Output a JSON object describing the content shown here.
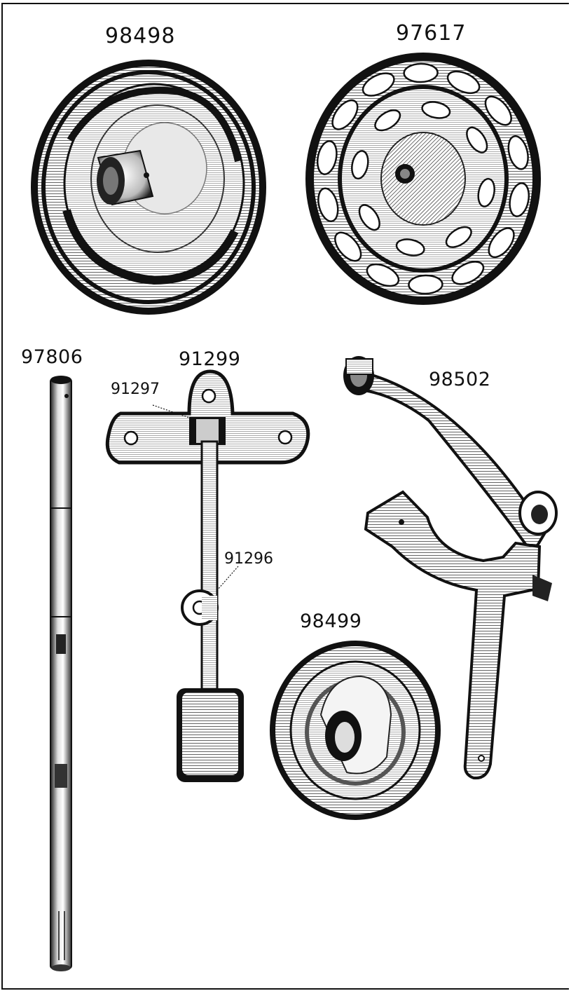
{
  "parts": {
    "flywheel": {
      "number": "98498"
    },
    "spoked_wheel": {
      "number": "97617"
    },
    "shaft": {
      "number": "97806"
    },
    "treadle_bracket": {
      "number": "91299"
    },
    "bracket_plate": {
      "number": "91297"
    },
    "treadle_rod": {
      "number": "91296"
    },
    "lever_arm": {
      "number": "98502"
    },
    "small_pulley": {
      "number": "98499"
    }
  },
  "colors": {
    "ink": "#111111",
    "paper": "#ffffff",
    "shade": "#9a9a9a"
  }
}
